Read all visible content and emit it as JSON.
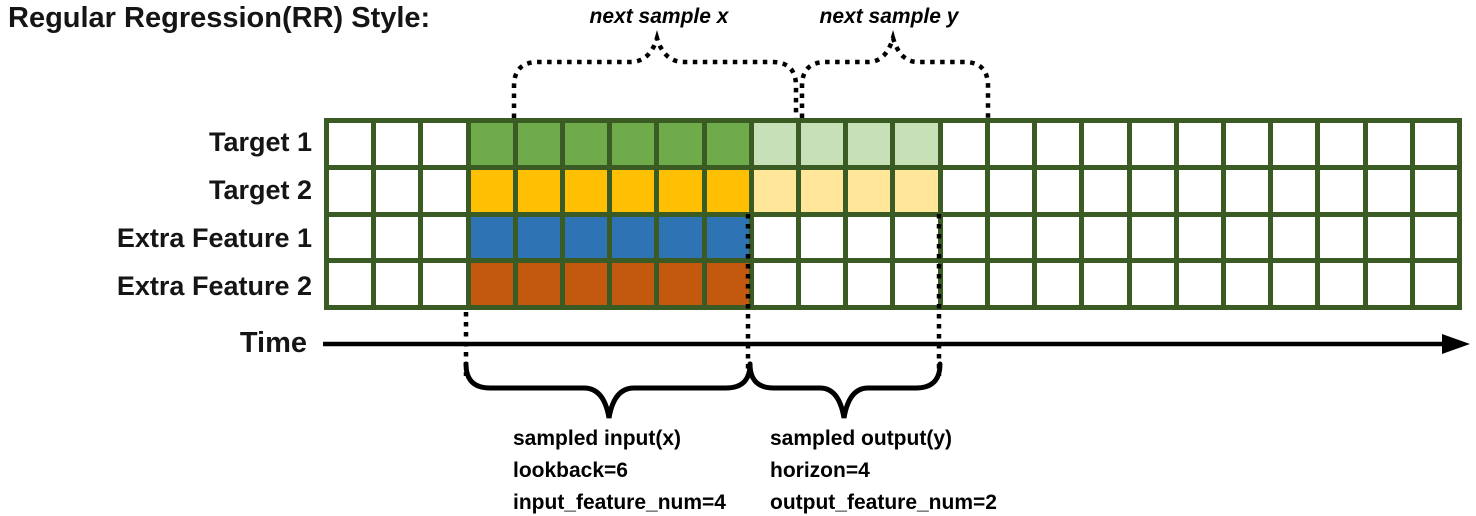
{
  "title": "Regular Regression(RR) Style:",
  "annotations": {
    "next_sample_x": "next sample x",
    "next_sample_y": "next sample y"
  },
  "rows": [
    {
      "label": "Target 1",
      "solid_color": "#6FAA4B",
      "light_color": "#C8E0B8",
      "has_output": true
    },
    {
      "label": "Target 2",
      "solid_color": "#FFC003",
      "light_color": "#FFE699",
      "has_output": true
    },
    {
      "label": "Extra Feature 1",
      "solid_color": "#2E74B5",
      "light_color": null,
      "has_output": false
    },
    {
      "label": "Extra Feature 2",
      "solid_color": "#C2590F",
      "light_color": null,
      "has_output": false
    }
  ],
  "grid": {
    "columns": 24,
    "rows": 4,
    "empty_before": 3,
    "lookback": 6,
    "horizon": 4,
    "border_color": "#3A5B23"
  },
  "time_axis_label": "Time",
  "input_annotation": {
    "line1": "sampled input(x)",
    "line2": "lookback=6",
    "line3": "input_feature_num=4"
  },
  "output_annotation": {
    "line1": "sampled output(y)",
    "line2": "horizon=4",
    "line3": "output_feature_num=2"
  }
}
